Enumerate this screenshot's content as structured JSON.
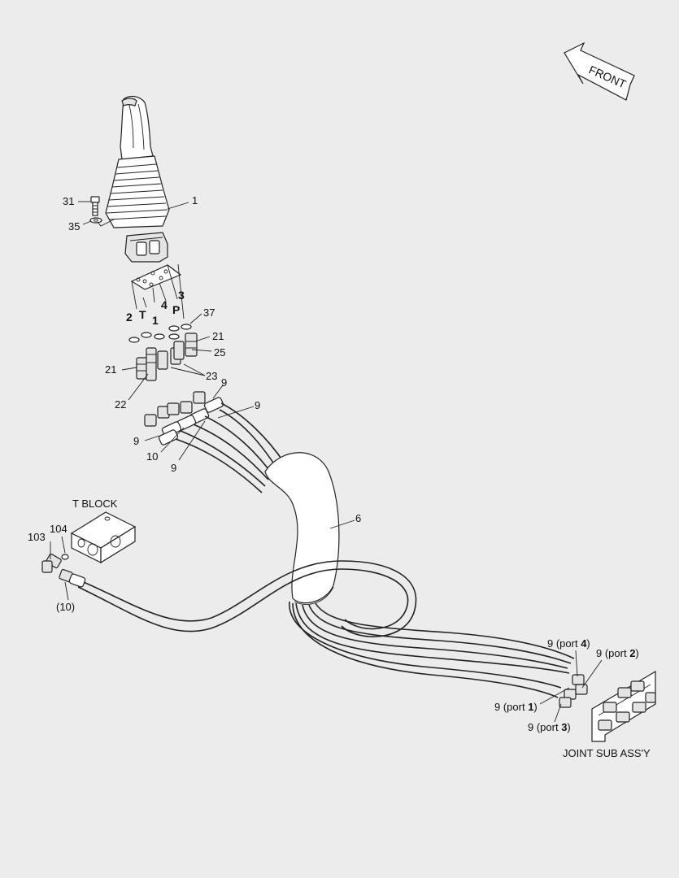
{
  "diagram": {
    "front_label": "FRONT",
    "group_labels": {
      "t_block": "T BLOCK",
      "joint_sub_assy": "JOINT SUB ASS'Y"
    },
    "port_labels": {
      "p2": "2",
      "pT": "T",
      "p1": "1",
      "p4": "4",
      "pP": "P",
      "p3": "3"
    },
    "callouts": {
      "c1": "1",
      "c31": "31",
      "c35": "35",
      "c37": "37",
      "c21a": "21",
      "c25": "25",
      "c21b": "21",
      "c23": "23",
      "c22": "22",
      "c9a": "9",
      "c9b": "9",
      "c9c": "9",
      "c10": "10",
      "c9d": "9",
      "c6": "6",
      "c103": "103",
      "c104": "104",
      "c10p": "(10)"
    },
    "port_callouts": {
      "port4": {
        "pre": "9 (port ",
        "num": "4",
        "post": ")"
      },
      "port2": {
        "pre": "9 (port ",
        "num": "2",
        "post": ")"
      },
      "port1": {
        "pre": "9 (port ",
        "num": "1",
        "post": ")"
      },
      "port3": {
        "pre": "9 (port ",
        "num": "3",
        "post": ")"
      }
    },
    "colors": {
      "background": "#ececec",
      "line": "#222222",
      "fill": "#ffffff"
    }
  }
}
